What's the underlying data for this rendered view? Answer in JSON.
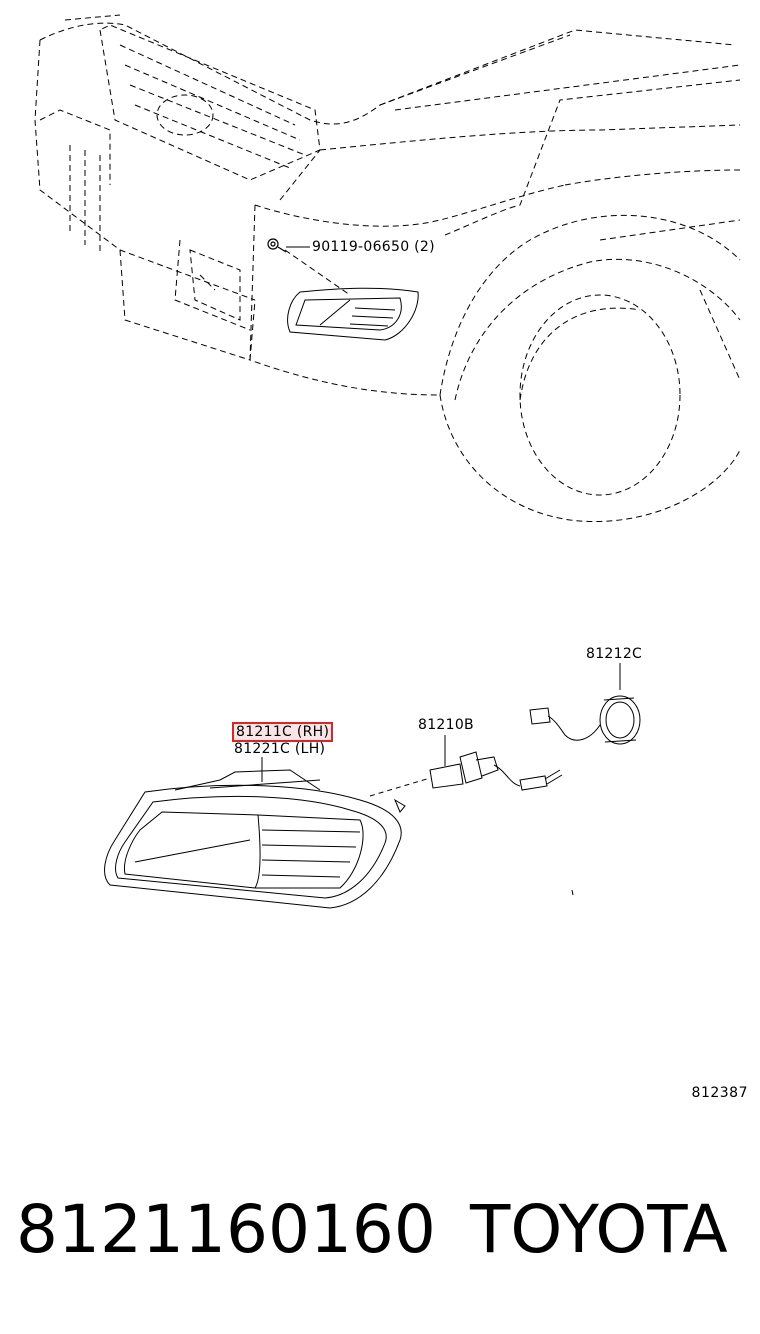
{
  "callouts": {
    "bolt": "90119-06650 (2)",
    "lamp_rh": "81211C (RH)",
    "lamp_lh": "81221C (LH)",
    "bulb": "81210B",
    "socket": "81212C"
  },
  "diagram_code": "812387",
  "footer": {
    "part_number": "8121160160",
    "brand": "TOYOTA"
  },
  "colors": {
    "line": "#000000",
    "highlight": "#d9262b"
  }
}
